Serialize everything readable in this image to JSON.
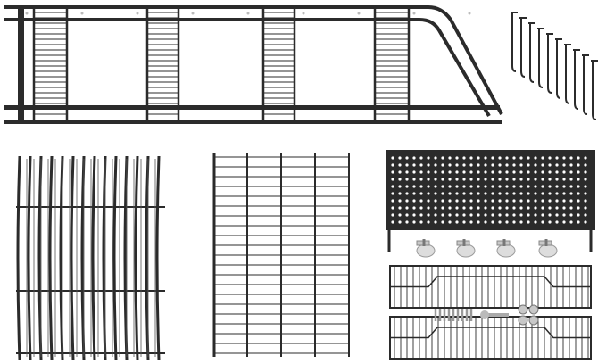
{
  "colors": {
    "background": "#ffffff",
    "metal": "#2b2b2b",
    "metal_light": "#4a4a4a",
    "hardware": "#c8c8c8"
  },
  "parts": [
    {
      "name": "side-frame"
    },
    {
      "name": "hooks",
      "count": 10
    },
    {
      "name": "curved-wire-shelf"
    },
    {
      "name": "flat-wire-shelf"
    },
    {
      "name": "pegboard"
    },
    {
      "name": "casters",
      "count": 4
    },
    {
      "name": "wire-baskets",
      "count": 2
    },
    {
      "name": "hardware-kit"
    }
  ]
}
